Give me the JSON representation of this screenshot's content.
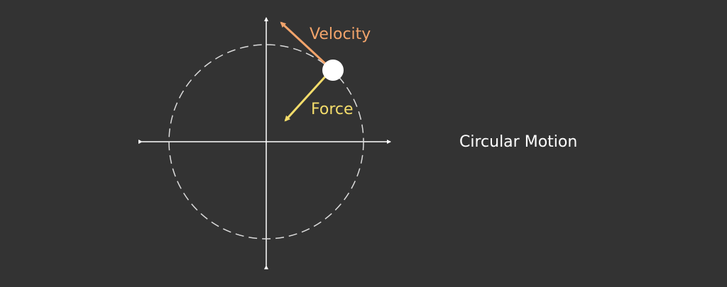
{
  "diagram": {
    "title": "Circular Motion",
    "velocity_label": "Velocity",
    "force_label": "Force"
  },
  "colors": {
    "background": "#333333",
    "axis": "#ffffff",
    "orbit": "#dcdcdc",
    "body": "#ffffff",
    "velocity": "#f2a46b",
    "force": "#f4dd6b",
    "title": "#ffffff"
  }
}
